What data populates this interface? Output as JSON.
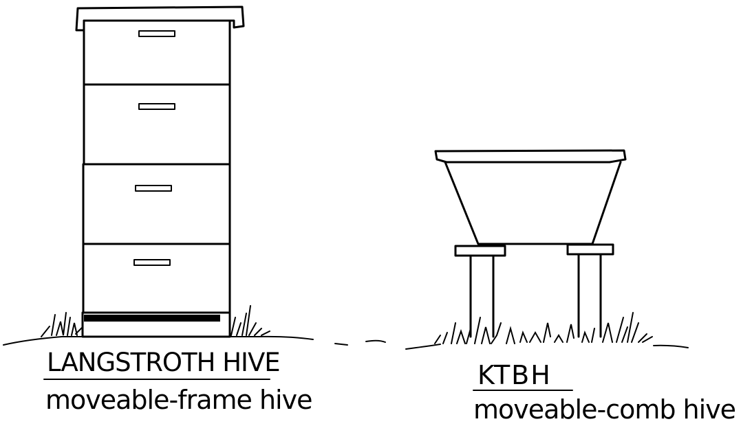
{
  "figure": {
    "langstroth": {
      "name": "LANGSTROTH HIVE",
      "description": "moveable-frame hive"
    },
    "ktbh": {
      "name": "KTBH",
      "description": "moveable-comb hive"
    }
  }
}
